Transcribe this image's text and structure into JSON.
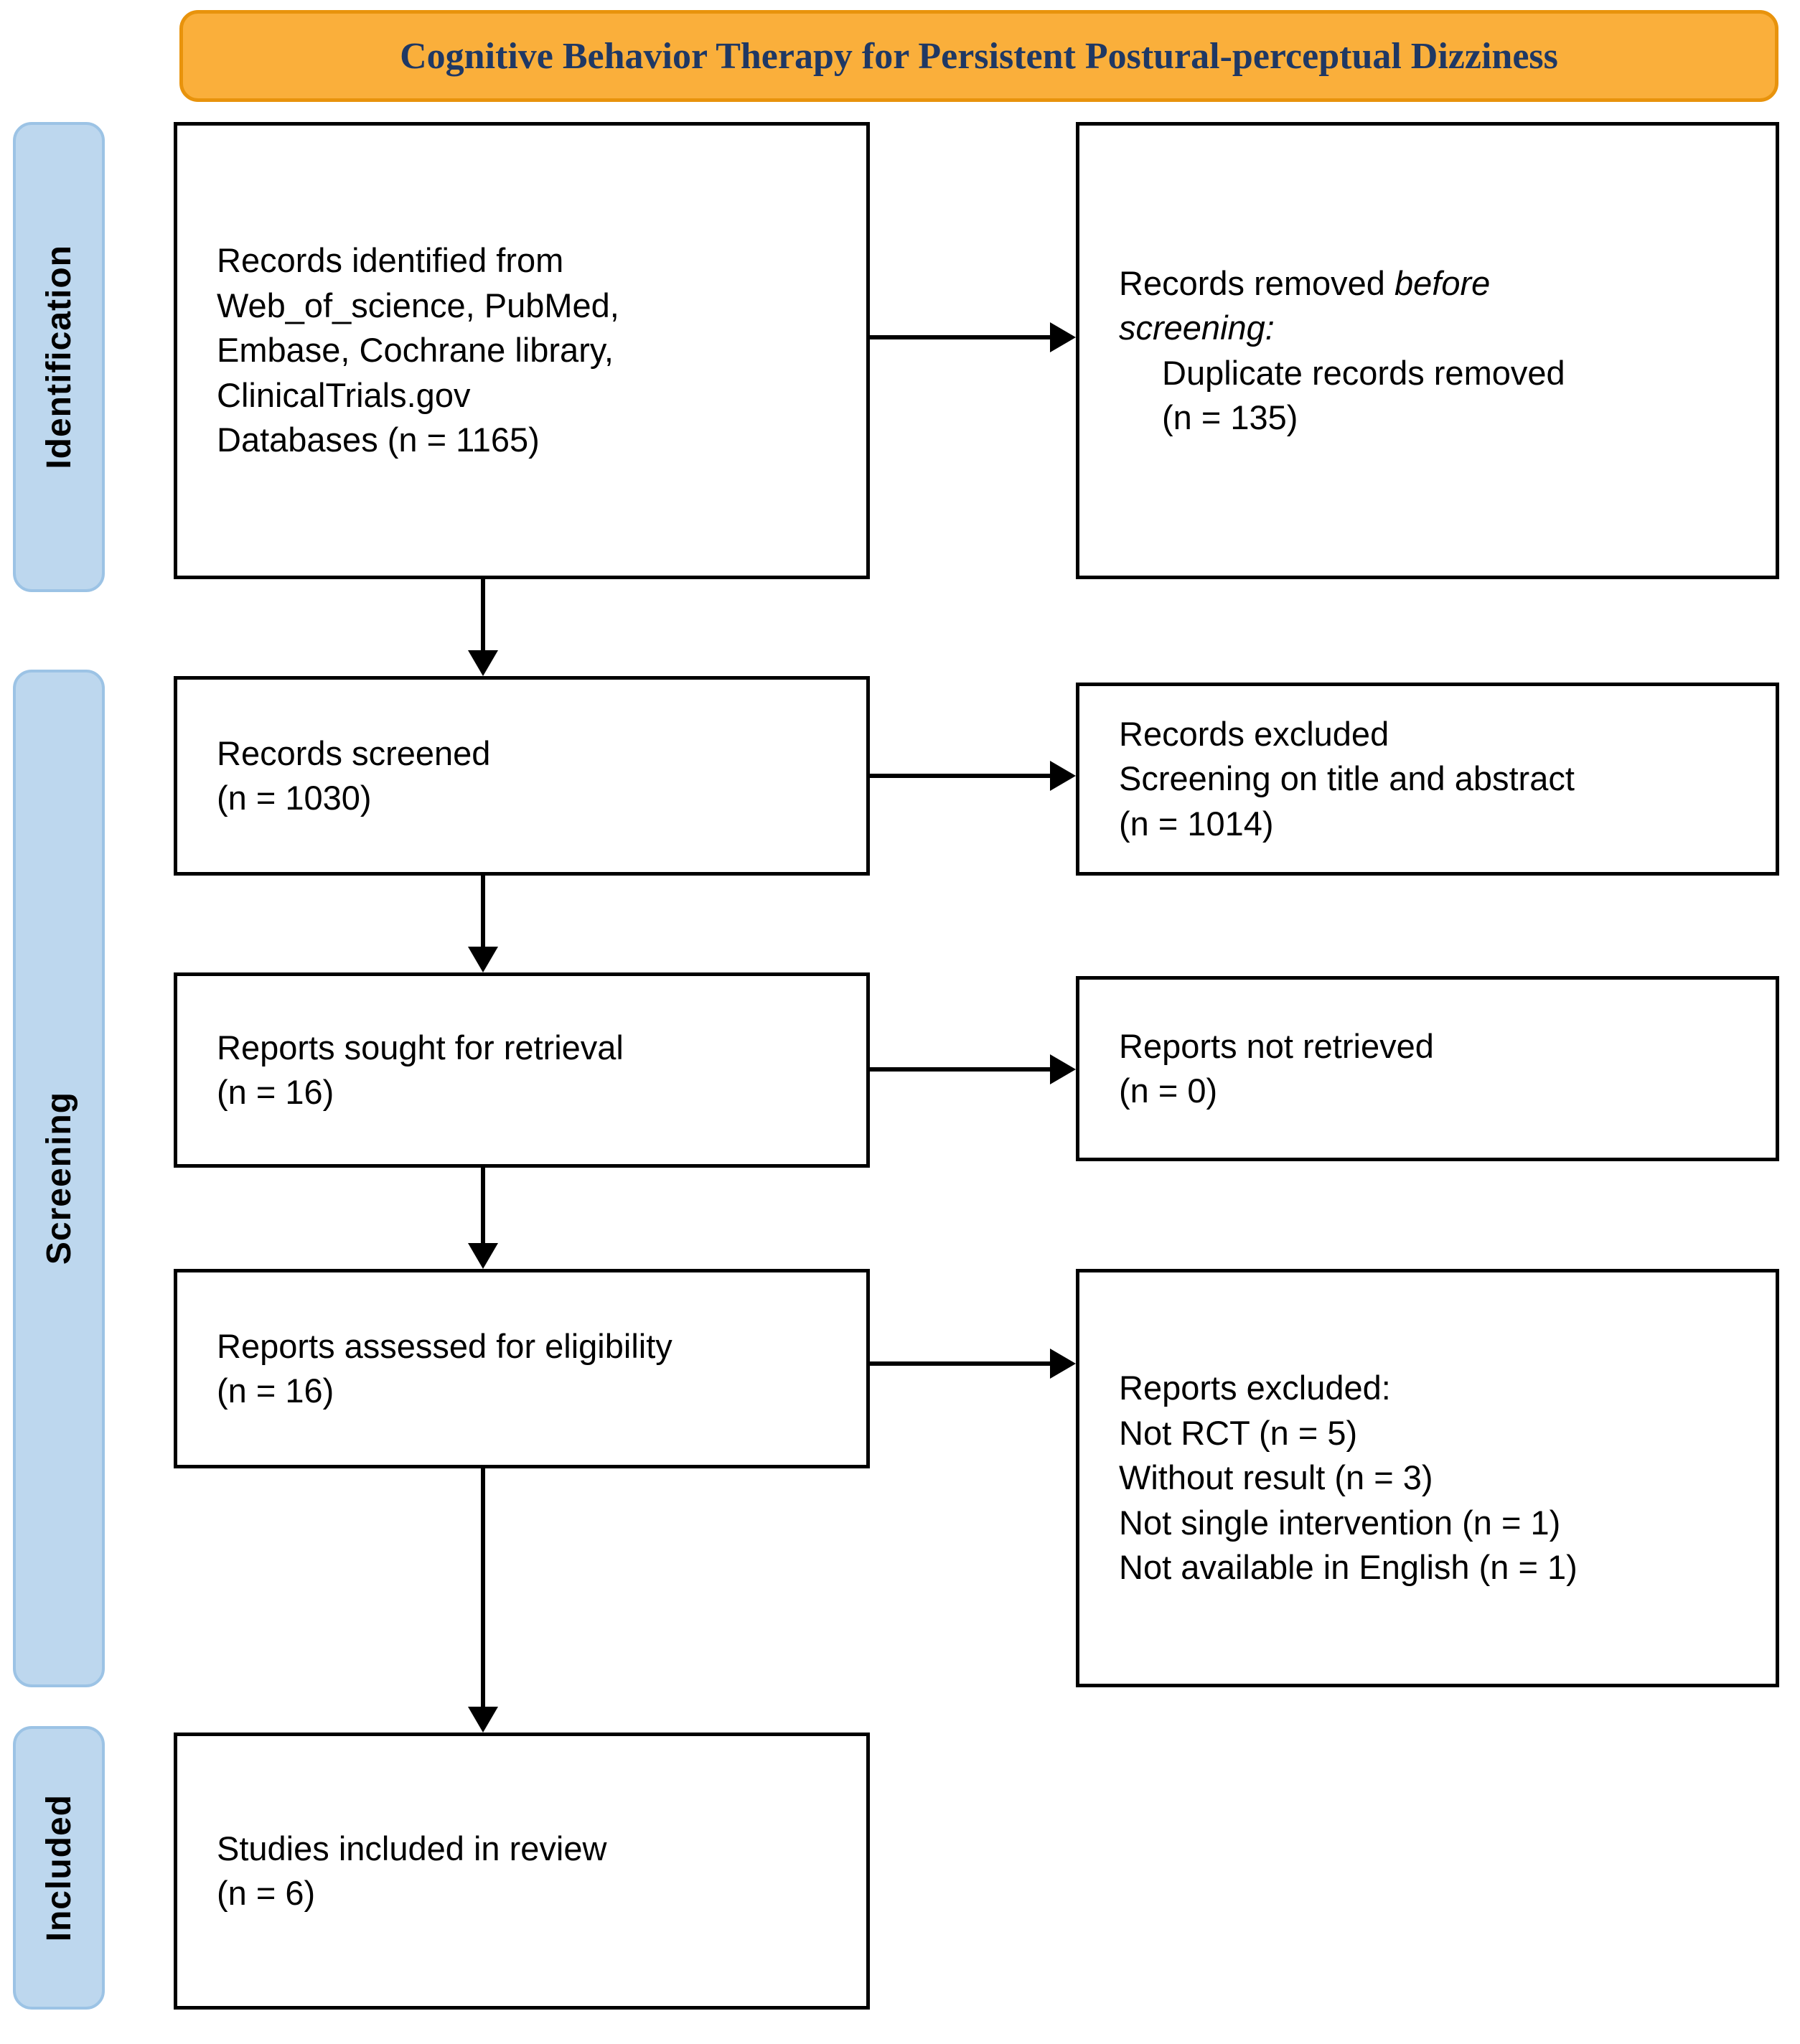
{
  "title": "Cognitive Behavior Therapy for Persistent Postural-perceptual Dizziness",
  "stage_labels": {
    "identification": "Identification",
    "screening": "Screening",
    "included": "Included"
  },
  "flow": {
    "records_identified": {
      "text": "Records identified from\nWeb_of_science, PubMed,\nEmbase, Cochrane library,\nClinicalTrials.gov\nDatabases (n = 1165)"
    },
    "records_removed": {
      "prefix": "Records removed ",
      "italic_line1": "before",
      "italic_line2": "screening:",
      "detail": "Duplicate records removed",
      "count": "(n = 135)"
    },
    "records_screened": {
      "text": "Records screened\n(n = 1030)"
    },
    "records_excluded": {
      "text": "Records excluded\nScreening on title and abstract\n(n = 1014)"
    },
    "reports_sought": {
      "text": "Reports sought for retrieval\n(n = 16)"
    },
    "reports_not_retrieved": {
      "text": "Reports not retrieved\n(n = 0)"
    },
    "reports_assessed": {
      "text": "Reports assessed for eligibility\n(n = 16)"
    },
    "reports_excluded": {
      "text": "Reports excluded:\nNot RCT (n = 5)\nWithout result (n = 3)\nNot single intervention (n = 1)\nNot available in English (n = 1)"
    },
    "studies_included": {
      "text": "Studies included in review\n(n = 6)"
    }
  },
  "colors": {
    "banner_fill": "#FAAF3B",
    "banner_border": "#E8930C",
    "banner_text": "#1F3864",
    "stage_fill": "#BDD7EE",
    "stage_border": "#9CC3E5"
  }
}
